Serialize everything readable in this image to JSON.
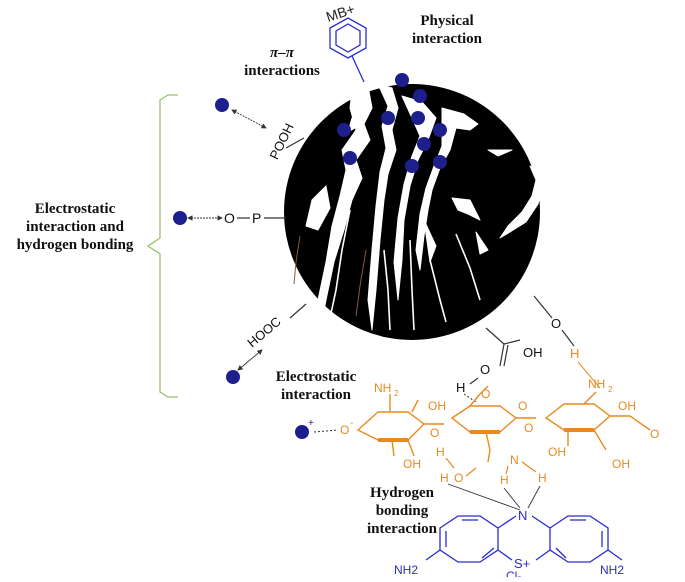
{
  "colors": {
    "particle": "#000000",
    "crack": "#ffffff",
    "adsorbate": "#1c1f8c",
    "chitosan": "#e88a1f",
    "methylene_blue": "#2b2bd0",
    "bracket": "#9bbf6a",
    "arrow": "#333333"
  },
  "labels": {
    "physical": [
      "Physical",
      "interaction"
    ],
    "pi_pi": [
      "π–π",
      "interactions"
    ],
    "electrostatic_hbond": [
      "Electrostatic",
      "interaction and",
      "hydrogen bonding"
    ],
    "electrostatic": [
      "Electrostatic",
      "interaction"
    ],
    "hydrogen_bonding": [
      "Hydrogen",
      "bonding",
      "interaction"
    ]
  },
  "groups": {
    "mb_plus": "MB+",
    "pooh": "POOH",
    "o_p_o": "O",
    "o_p_p": "P",
    "hooc": "HOOC",
    "cooh_oh": "OH",
    "cooh_o": "O",
    "cooh_h": "H",
    "o_link": "O",
    "h_link": "H"
  },
  "chitosan": {
    "nh2": "NH",
    "sub2": "2",
    "oh": "OH",
    "o": "O",
    "o_minus": "O",
    "minus": "-",
    "plus": "+",
    "h": "H",
    "n": "N"
  },
  "methylene_blue": {
    "n": "N",
    "s_plus": "S+",
    "nh2_left": "NH2",
    "nh2_right": "NH2",
    "cl": "Cl-"
  }
}
